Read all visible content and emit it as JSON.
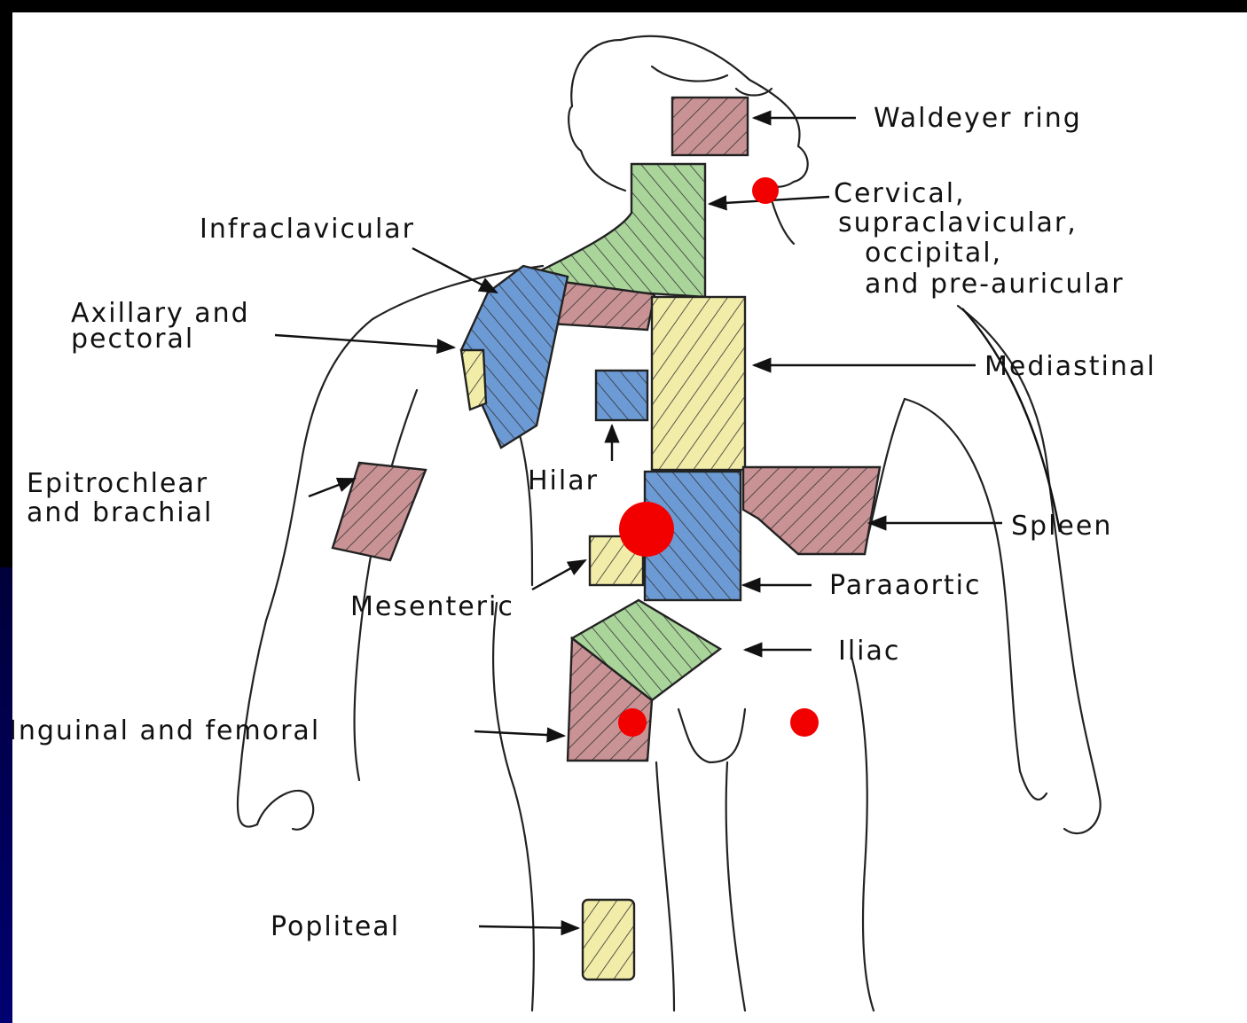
{
  "colors": {
    "pink": "#c99294",
    "green": "#a9d49a",
    "blue": "#6c9ad4",
    "yellow": "#f1eca8",
    "marker": "#f20000",
    "strip": "#000070"
  },
  "labels": {
    "waldeyer": "Waldeyer ring",
    "cervical_1": "Cervical,",
    "cervical_2": "supraclavicular,",
    "cervical_3": "occipital,",
    "cervical_4": "and pre-auricular",
    "infraclavicular": "Infraclavicular",
    "axillary_1": "Axillary and",
    "axillary_2": "pectoral",
    "mediastinal": "Mediastinal",
    "hilar": "Hilar",
    "epitrochlear_1": "Epitrochlear",
    "epitrochlear_2": "and brachial",
    "spleen": "Spleen",
    "paraaortic": "Paraaortic",
    "mesenteric": "Mesenteric",
    "iliac": "Iliac",
    "inguinal": "Inguinal and femoral",
    "popliteal": "Popliteal"
  },
  "markers": [
    "cervical-marker",
    "paraaortic-marker",
    "left-inguinal-marker",
    "right-inguinal-marker"
  ]
}
